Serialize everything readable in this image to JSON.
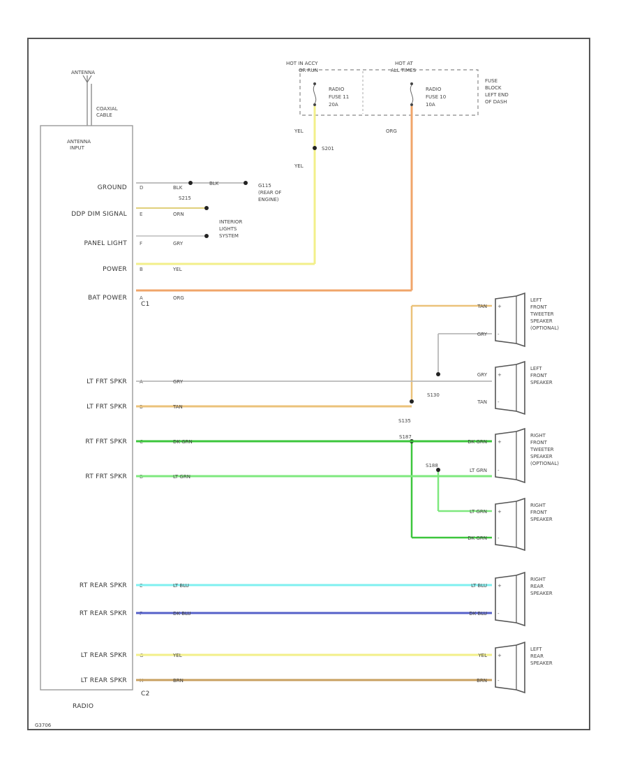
{
  "colors": {
    "yel": "#f2ef8a",
    "org": "#f0a56a",
    "tan": "#ebc27a",
    "gry": "#b8b8b8",
    "dk_grn": "#3cc63c",
    "lt_grn": "#7ee87e",
    "lt_blu": "#7ff0f0",
    "dk_blu": "#5560c8",
    "brn": "#c8a060",
    "ylw_dim": "#e3dd7a"
  },
  "labels": {
    "antenna": "ANTENNA",
    "coax": [
      "COAXIAL",
      "CABLE"
    ],
    "antenna_input": [
      "ANTENNA",
      "INPUT"
    ],
    "radio": "RADIO",
    "c1": "C1",
    "c2": "C2",
    "footer_code": "G3706",
    "hot_acc": [
      "HOT IN ACCY",
      "OR RUN"
    ],
    "hot_all": [
      "HOT AT",
      "ALL TIMES"
    ],
    "radio_fuse_11": [
      "RADIO",
      "FUSE 11",
      "20A"
    ],
    "radio_fuse_10": [
      "RADIO",
      "FUSE 10",
      "10A"
    ],
    "fuse_block": [
      "FUSE",
      "BLOCK",
      "LEFT END",
      "OF DASH"
    ],
    "yel": "YEL",
    "org": "ORG",
    "s201": "S201",
    "s215": "S215",
    "g115": [
      "G115",
      "(REAR OF",
      "ENGINE)"
    ],
    "interior": [
      "INTERIOR",
      "LIGHTS",
      "SYSTEM"
    ],
    "s130": "S130",
    "s135": "S135",
    "s187": "S187",
    "s188": "S188"
  },
  "pins": [
    {
      "name": "GROUND",
      "pin": "D",
      "wire": "BLK"
    },
    {
      "name": "DDP DIM SIGNAL",
      "pin": "E",
      "wire": "ORN"
    },
    {
      "name": "PANEL LIGHT",
      "pin": "F",
      "wire": "GRY"
    },
    {
      "name": "POWER",
      "pin": "B",
      "wire": "YEL"
    },
    {
      "name": "BAT POWER",
      "pin": "A",
      "wire": "ORG"
    },
    {
      "name": "LT FRT SPKR",
      "pin": "A",
      "wire": "GRY"
    },
    {
      "name": "LT FRT SPKR",
      "pin": "B",
      "wire": "TAN"
    },
    {
      "name": "RT FRT SPKR",
      "pin": "C",
      "wire": "DK GRN"
    },
    {
      "name": "RT FRT SPKR",
      "pin": "D",
      "wire": "LT GRN"
    },
    {
      "name": "RT REAR SPKR",
      "pin": "E",
      "wire": "LT BLU"
    },
    {
      "name": "RT REAR SPKR",
      "pin": "F",
      "wire": "DK BLU"
    },
    {
      "name": "LT REAR SPKR",
      "pin": "G",
      "wire": "YEL"
    },
    {
      "name": "LT REAR SPKR",
      "pin": "H",
      "wire": "BRN"
    }
  ],
  "ground_wire_extra": "BLK",
  "speakers": [
    {
      "name": [
        "LEFT",
        "FRONT",
        "TWEETER",
        "SPEAKER",
        "(OPTIONAL)"
      ],
      "wires": [
        "TAN",
        "GRY"
      ]
    },
    {
      "name": [
        "LEFT",
        "FRONT",
        "SPEAKER"
      ],
      "wires": [
        "GRY",
        "TAN"
      ]
    },
    {
      "name": [
        "RIGHT",
        "FRONT",
        "TWEETER",
        "SPEAKER",
        "(OPTIONAL)"
      ],
      "wires": [
        "DK GRN",
        "LT GRN"
      ]
    },
    {
      "name": [
        "RIGHT",
        "FRONT",
        "SPEAKER"
      ],
      "wires": [
        "LT GRN",
        "DK GRN"
      ]
    },
    {
      "name": [
        "RIGHT",
        "REAR",
        "SPEAKER"
      ],
      "wires": [
        "LT BLU",
        "DK BLU"
      ]
    },
    {
      "name": [
        "LEFT",
        "REAR",
        "SPEAKER"
      ],
      "wires": [
        "YEL",
        "BRN"
      ]
    }
  ]
}
